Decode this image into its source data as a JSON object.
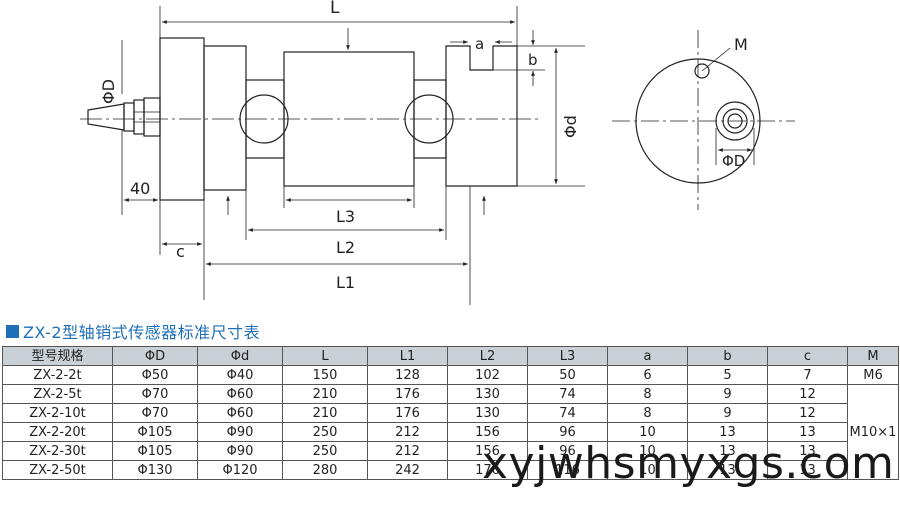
{
  "drawing": {
    "labels": {
      "L": "L",
      "a": "a",
      "b": "b",
      "phiD_left": "ΦD",
      "phid": "Φd",
      "forty": "40",
      "c": "c",
      "L3": "L3",
      "L2": "L2",
      "L1": "L1",
      "M": "M",
      "phiD_right": "ΦD"
    }
  },
  "table": {
    "title": "ZX-2型轴销式传感器标准尺寸表",
    "headers": [
      "型号规格",
      "ΦD",
      "Φd",
      "L",
      "L1",
      "L2",
      "L3",
      "a",
      "b",
      "c",
      "M"
    ],
    "rows": [
      [
        "ZX-2-2t",
        "Φ50",
        "Φ40",
        "150",
        "128",
        "102",
        "50",
        "6",
        "5",
        "7"
      ],
      [
        "ZX-2-5t",
        "Φ70",
        "Φ60",
        "210",
        "176",
        "130",
        "74",
        "8",
        "9",
        "12"
      ],
      [
        "ZX-2-10t",
        "Φ70",
        "Φ60",
        "210",
        "176",
        "130",
        "74",
        "8",
        "9",
        "12"
      ],
      [
        "ZX-2-20t",
        "Φ105",
        "Φ90",
        "250",
        "212",
        "156",
        "96",
        "10",
        "13",
        "13"
      ],
      [
        "ZX-2-30t",
        "Φ105",
        "Φ90",
        "250",
        "212",
        "156",
        "96",
        "10",
        "13",
        "13"
      ],
      [
        "ZX-2-50t",
        "Φ130",
        "Φ120",
        "280",
        "242",
        "176",
        "116",
        "10",
        "13",
        "13"
      ]
    ],
    "m_first": "M6",
    "m_rest": "M10×1"
  },
  "watermark": "xyjwhsmyxgs.com"
}
